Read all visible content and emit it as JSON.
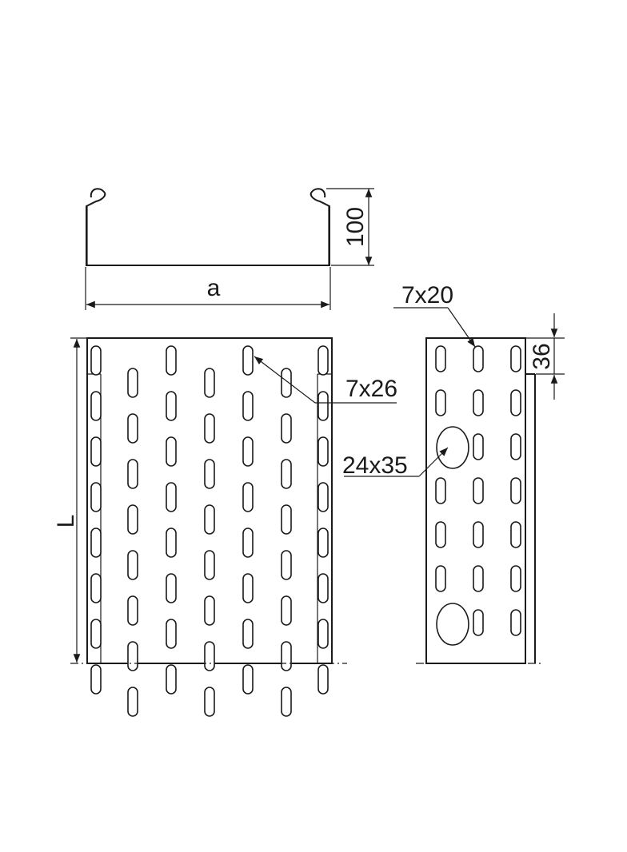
{
  "labels": {
    "height_dim": "100",
    "width_dim": "a",
    "length_dim": "L",
    "slot_base": "7x26",
    "slot_side": "7x20",
    "hole_side": "24x35",
    "pitch_dim": "36"
  },
  "colors": {
    "line": "#1a1a1a",
    "background": "#ffffff"
  }
}
